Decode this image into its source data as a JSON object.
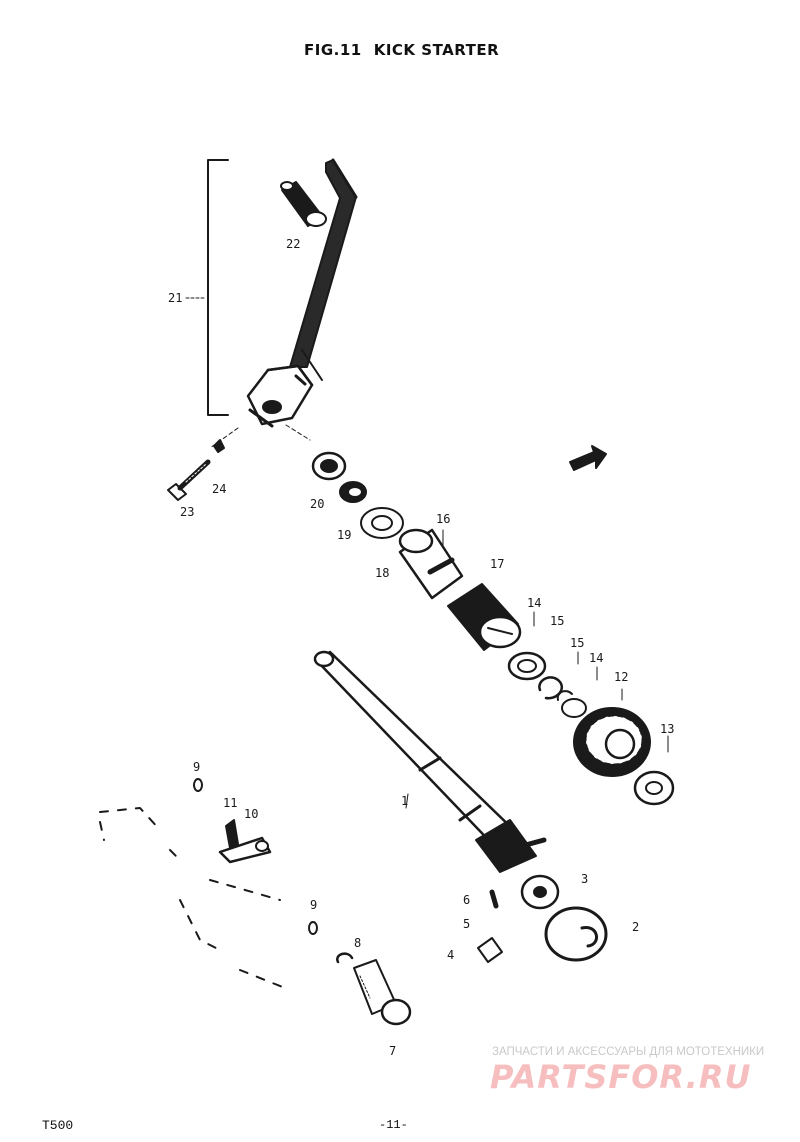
{
  "figure": {
    "fig_label": "FIG.11",
    "title": "KICK STARTER"
  },
  "callouts": [
    "1",
    "2",
    "3",
    "4",
    "5",
    "6",
    "7",
    "8",
    "9",
    "9",
    "10",
    "11",
    "12",
    "13",
    "14",
    "14",
    "15",
    "15",
    "16",
    "17",
    "18",
    "19",
    "20",
    "21",
    "22",
    "23",
    "24"
  ],
  "footer": {
    "model": "T500",
    "page_number": "-11-"
  },
  "watermark": {
    "caption": "ЗАПЧАСТИ И АКСЕССУАРЫ ДЛЯ МОТОТЕХНИКИ",
    "brand": "PARTSFOR.RU"
  },
  "colors": {
    "ink": "#1a1a1a",
    "watermark_red": "#e44646",
    "watermark_gray": "#c9c9c9"
  }
}
